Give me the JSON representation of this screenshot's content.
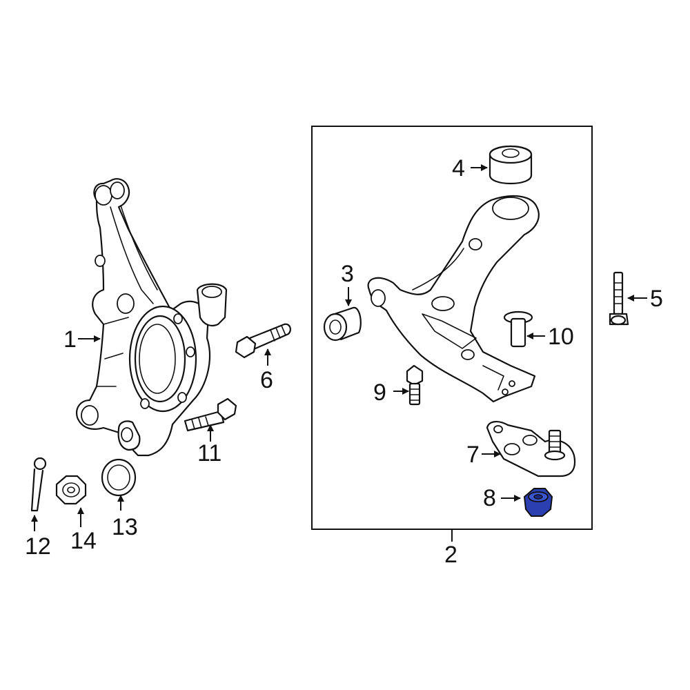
{
  "callouts": [
    {
      "id": "1",
      "text": "1"
    },
    {
      "id": "2",
      "text": "2"
    },
    {
      "id": "3",
      "text": "3"
    },
    {
      "id": "4",
      "text": "4"
    },
    {
      "id": "5",
      "text": "5"
    },
    {
      "id": "6",
      "text": "6"
    },
    {
      "id": "7",
      "text": "7"
    },
    {
      "id": "8",
      "text": "8"
    },
    {
      "id": "9",
      "text": "9"
    },
    {
      "id": "10",
      "text": "10"
    },
    {
      "id": "11",
      "text": "11"
    },
    {
      "id": "12",
      "text": "12"
    },
    {
      "id": "13",
      "text": "13"
    },
    {
      "id": "14",
      "text": "14"
    }
  ],
  "colors": {
    "highlight_part": "#2b3fb0",
    "line": "#111111",
    "background": "#ffffff"
  }
}
